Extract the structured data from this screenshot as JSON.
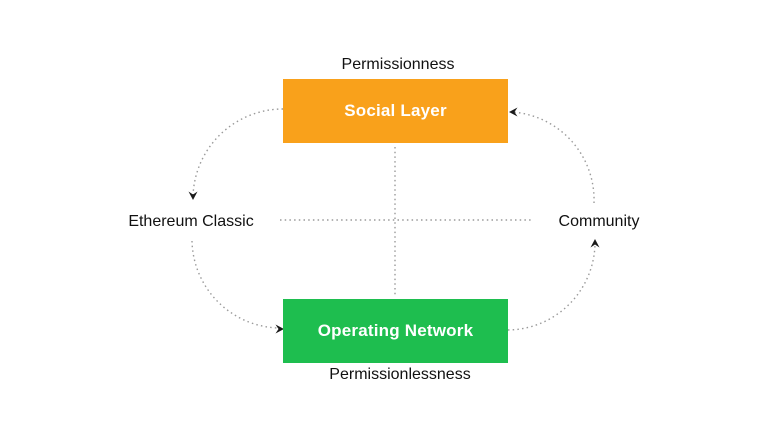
{
  "diagram": {
    "top_label": "Permissionness",
    "left_label": "Ethereum Classic",
    "right_label": "Community",
    "bottom_label": "Permissionlessness",
    "boxes": {
      "social_layer": {
        "label": "Social Layer",
        "bg_color": "#F9A11B",
        "text_color": "#FFFFFF"
      },
      "operating_network": {
        "label": "Operating Network",
        "bg_color": "#1EBE4F",
        "text_color": "#FFFFFF"
      }
    },
    "colors": {
      "background": "#FFFFFF",
      "label_text": "#111111",
      "dotted_line": "#9A9A9A",
      "arrowhead": "#1A1A1A"
    }
  }
}
